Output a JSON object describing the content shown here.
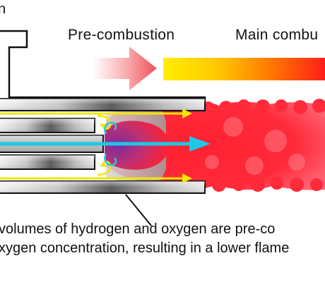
{
  "labels": {
    "top_left_fragment": "n",
    "pre_combustion": "Pre-combustion",
    "main_combustion": "Main combu"
  },
  "caption": {
    "line1": "volumes of hydrogen and oxygen are pre-co",
    "line2": "xygen concentration, resulting in a lower flame"
  },
  "icons": {
    "pre_combustion_arrow": "gradient-right-arrow",
    "main_combustion_bar": "gradient-flame-bar",
    "hydrogen_flow_arrow": "cyan-arrow",
    "oxygen_flow_arrows": "yellow-arrow"
  },
  "colors": {
    "pre_arrow_start": "#ffffff",
    "pre_arrow_end": "#f0505a",
    "bar_yellow": "#ffef00",
    "bar_orange": "#ff9a00",
    "bar_red": "#ff1a1a",
    "flame_red": "#ff1a2a",
    "flame_purple": "#8a3aa8",
    "hydrogen_cyan": "#1ec8e6",
    "oxygen_yellow": "#f2e600",
    "burner_outline": "#111111"
  }
}
